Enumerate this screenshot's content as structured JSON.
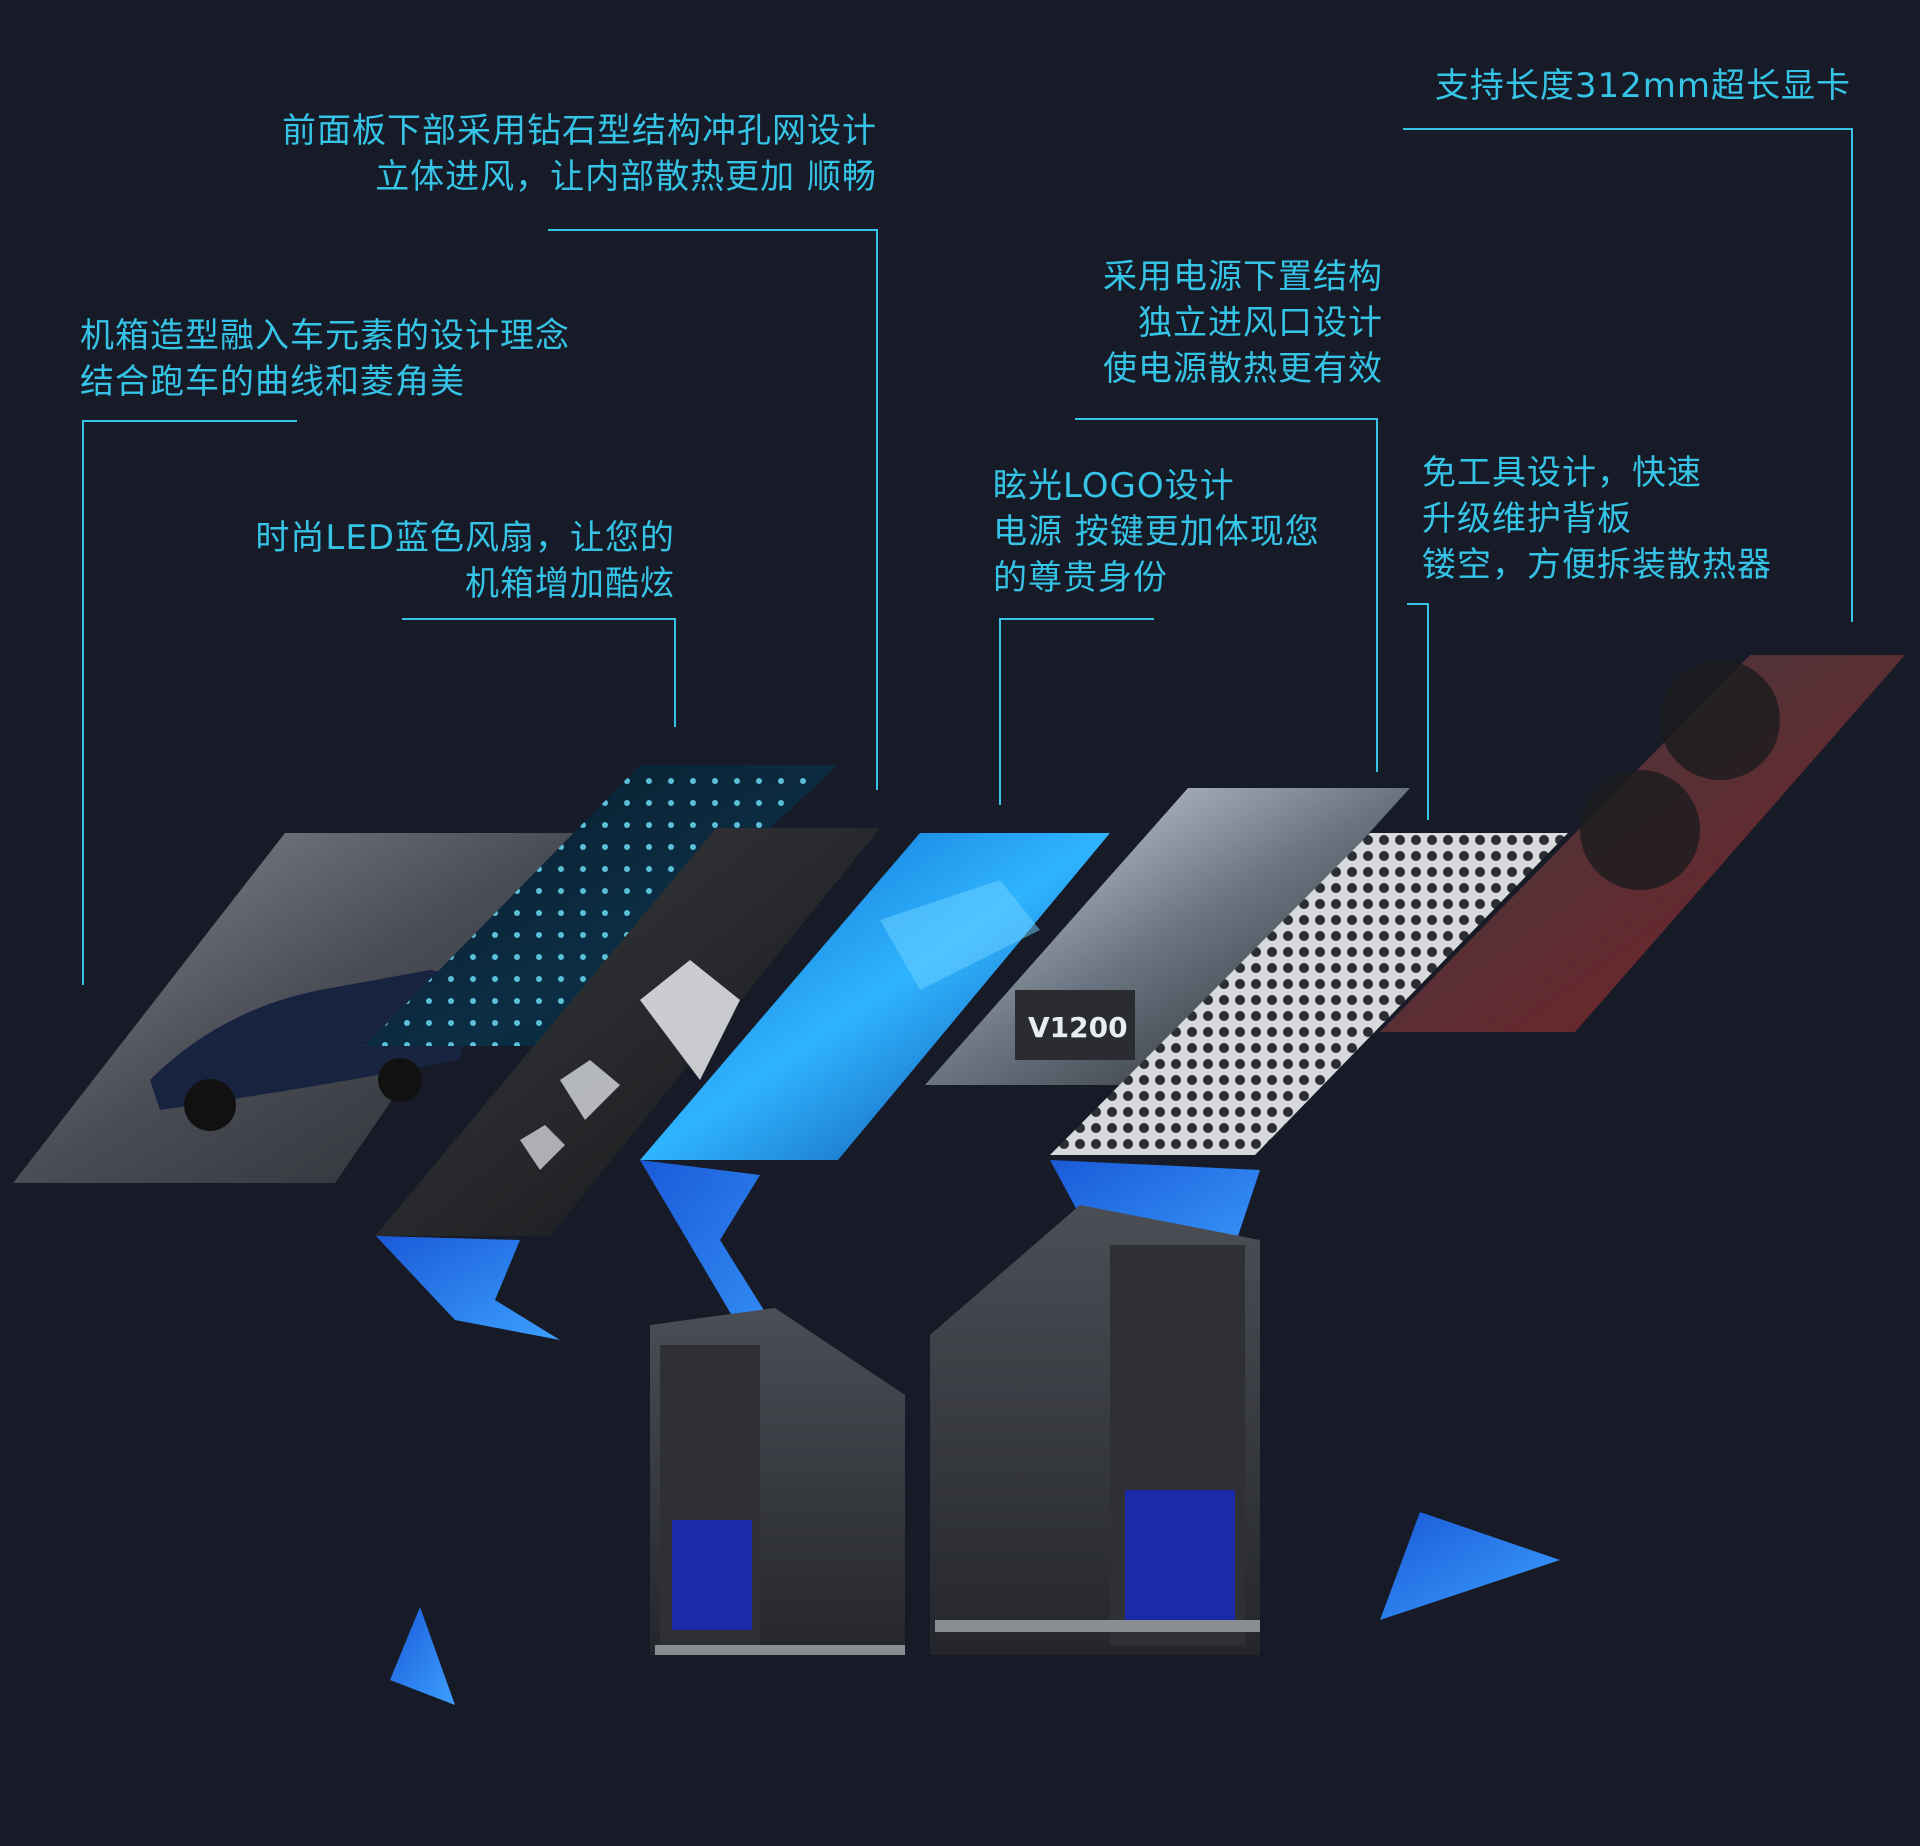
{
  "callouts": {
    "gpu_length": "支持长度312mm超长显卡",
    "front_panel": "前面板下部采用钻石型结构冲孔网设计\n立体进风，让内部散热更加 顺畅",
    "car_design": "机箱造型融入车元素的设计理念\n结合跑车的曲线和菱角美",
    "psu_bottom": "采用电源下置结构\n独立进风口设计\n使电源散热更有效",
    "led_fan": "时尚LED蓝色风扇，让您的\n机箱增加酷炫",
    "logo_light": "眩光LOGO设计\n电源 按键更加体现您\n的尊贵身份",
    "tool_free": "免工具设计，快速\n升级维护背板\n镂空，方便拆装散热器"
  },
  "psu_label": "V1200",
  "colors": {
    "background": "#171b27",
    "text": "#35c3e6",
    "line": "#35c3e6",
    "accent_blue": "#1e6fe0"
  }
}
